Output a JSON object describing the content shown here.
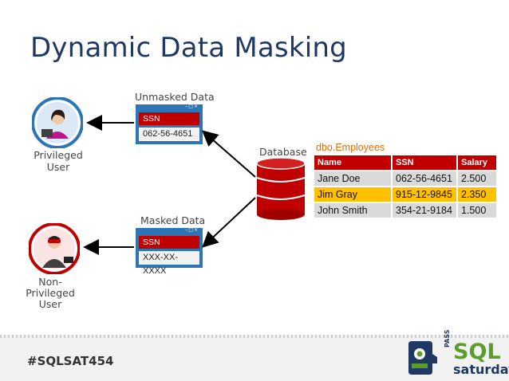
{
  "title": "Dynamic Data Masking",
  "privileged_user": {
    "label": "Privileged User"
  },
  "non_privileged_user": {
    "label_line1": "Non-Privileged",
    "label_line2": "User"
  },
  "unmasked_window": {
    "title": "Unmasked Data",
    "column": "SSN",
    "value": "062-56-4651"
  },
  "masked_window": {
    "title": "Masked Data",
    "column": "SSN",
    "value": "XXX-XX-XXXX"
  },
  "database": {
    "label": "Database"
  },
  "table": {
    "title": "dbo.Employees",
    "headers": [
      "Name",
      "SSN",
      "Salary"
    ],
    "rows": [
      [
        "Jane Doe",
        "062-56-4651",
        "2.500"
      ],
      [
        "Jim Gray",
        "915-12-9845",
        "2.350"
      ],
      [
        "John Smith",
        "354-21-9184",
        "1.500"
      ]
    ]
  },
  "footer": {
    "hashtag": "#SQLSAT454",
    "logo_primary": "SQL",
    "logo_secondary": "saturday",
    "logo_tag": "PASS"
  },
  "colors": {
    "accent_red": "#c00000",
    "highlight": "#ffc000",
    "blue": "#2e75b6",
    "title": "#1f3864",
    "green": "#5c9e2e"
  }
}
